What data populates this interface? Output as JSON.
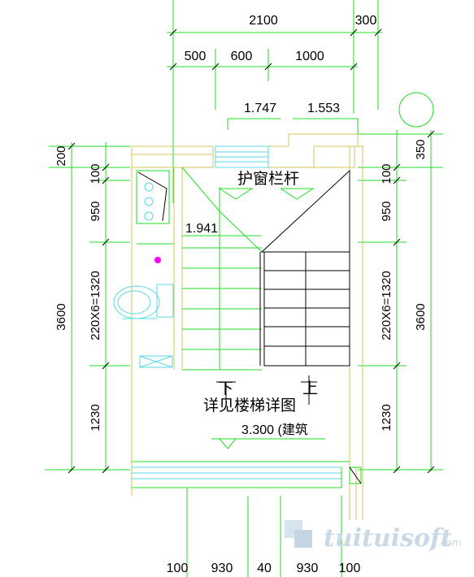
{
  "top_dims": {
    "overall": "2100",
    "right": "300",
    "seg1": "500",
    "seg2": "600",
    "seg3": "1000"
  },
  "levels": {
    "l1": "1.747",
    "l2": "1.553",
    "l3": "1.941",
    "l4": "3.300 (建筑"
  },
  "left_dims": {
    "d1": "200",
    "d2": "100",
    "d3": "950",
    "d4": "220X6=1320",
    "d5": "1230",
    "total": "3600"
  },
  "right_dims": {
    "d1": "350",
    "d2": "100",
    "d3": "950",
    "d4": "220X6=1320",
    "d5": "1230",
    "total": "3600"
  },
  "bottom_dims": {
    "b1": "100",
    "b2": "930",
    "b3": "40",
    "b4": "930",
    "b5": "100"
  },
  "labels": {
    "window_rail": "护窗栏杆",
    "down": "下",
    "up": "上",
    "title": "详见楼梯详图"
  },
  "watermark": {
    "brand": "tuituisoft",
    "suffix": ".com"
  },
  "colors": {
    "dimension": "#22dd22",
    "wall": "#d6c35a",
    "fixture": "#55d8e6",
    "marker": "#ff00ff"
  }
}
